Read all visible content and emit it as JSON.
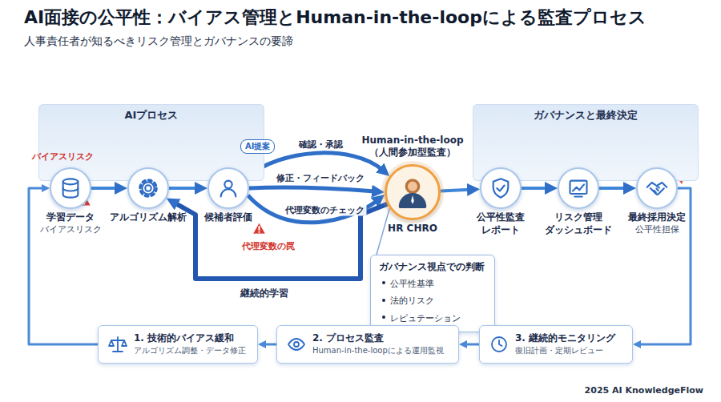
{
  "diagram": {
    "title": "AI面接の公平性：バイアス管理とHuman-in-the-loopによる監査プロセス",
    "nodes": [
      {
        "text": [
          "AIプロセス"
        ]
      },
      {
        "text": [
          "学習データ",
          "バイアスリスク"
        ],
        "in": 0
      },
      {
        "text": [
          "アルゴリズム解析"
        ],
        "in": 0
      },
      {
        "text": [
          "候補者評価"
        ],
        "in": 0
      },
      {
        "text": [
          "Human-in-the-loop （人間参加型監査）",
          "HR CHRO"
        ]
      },
      {
        "text": [
          "ガバナンス視点での判断",
          "公平性基準",
          "法的リスク",
          "レピュテーション"
        ]
      },
      {
        "text": [
          "ガバナンスと最終決定"
        ]
      },
      {
        "text": [
          "公平性監査 レポート"
        ],
        "in": 6
      },
      {
        "text": [
          "リスク管理 ダッシュボード"
        ],
        "in": 6
      },
      {
        "text": [
          "最終採用決定",
          "公平性担保"
        ],
        "in": 6
      },
      {
        "text": [
          "1. 技術的バイアス緩和",
          "アルゴリズム調整・データ修正"
        ]
      },
      {
        "text": [
          "2. プロセス監査",
          "Human-in-the-loopによる運用監視"
        ]
      },
      {
        "text": [
          "3. 継続的モニタリング",
          "復旧計画・定期レビュー"
        ]
      }
    ],
    "edges": [
      {
        "from": 1,
        "to": 2,
        "arrow": "to"
      },
      {
        "from": 2,
        "to": 3,
        "arrow": "to"
      },
      {
        "from": 3,
        "to": 4,
        "label": "確認・承認",
        "arrow": "to"
      },
      {
        "from": 3,
        "to": 4,
        "label": "修正・フィードバック",
        "arrow": "to"
      },
      {
        "from": 3,
        "to": 4,
        "label": "代理変数のチェック",
        "arrow": "to"
      },
      {
        "from": 4,
        "to": 2,
        "label": "継続的学習",
        "arrow": "to"
      },
      {
        "from": 4,
        "to": 5,
        "arrow": "none"
      },
      {
        "from": 4,
        "to": 7,
        "arrow": "to"
      },
      {
        "from": 7,
        "to": 8,
        "arrow": "to"
      },
      {
        "from": 8,
        "to": 9,
        "arrow": "to"
      },
      {
        "from": 9,
        "to": 12,
        "arrow": "to"
      },
      {
        "from": 12,
        "to": 11,
        "arrow": "to"
      },
      {
        "from": 11,
        "to": 10,
        "arrow": "to"
      },
      {
        "from": 10,
        "to": 1,
        "arrow": "to"
      }
    ],
    "labels": [
      "人事責任者が知るべきリスク管理とガバナンスの要諦",
      "バイアスリスク",
      "AI提案",
      "代理変数の罠",
      "2025 AI KnowledgeFlow"
    ]
  }
}
